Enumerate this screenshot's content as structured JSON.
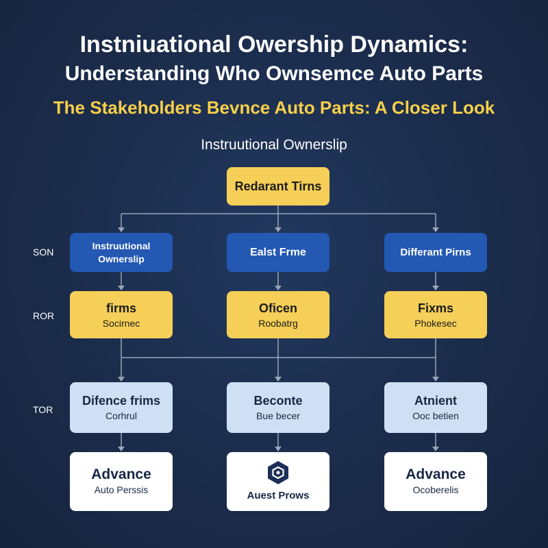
{
  "header": {
    "title_line1": "Instniuational Owership Dynamics:",
    "title_line2": "Understanding Who Ownsemce Auto Parts",
    "subtitle": "The Stakeholders Bevnce Auto Parts: A Closer Look",
    "section_label": "Instruutional Ownerslip"
  },
  "row_labels": [
    "SON",
    "ROR",
    "TOR"
  ],
  "nodes": {
    "root": {
      "label": "Redarant Tirns"
    },
    "level1": [
      {
        "label": "Instruutional Ownerslip"
      },
      {
        "label": "Ealst Frme"
      },
      {
        "label": "Differant Pirns"
      }
    ],
    "level2": [
      {
        "label": "firms",
        "sub": "Socirnec"
      },
      {
        "label": "Oficen",
        "sub": "Roobatrg"
      },
      {
        "label": "Fixms",
        "sub": "Phokesec"
      }
    ],
    "level3": [
      {
        "label": "Difence frims",
        "sub": "Corhrul"
      },
      {
        "label": "Beconte",
        "sub": "Bue becer"
      },
      {
        "label": "Atnient",
        "sub": "Ooc betien"
      }
    ],
    "level4": [
      {
        "label": "Advance",
        "sub": "Auto Perssis"
      },
      {
        "label": "Auest Prows",
        "icon": "hexagon-logo-icon"
      },
      {
        "label": "Advance",
        "sub": "Ocoberelis"
      }
    ]
  },
  "colors": {
    "background": "#1b2c4b",
    "accent_yellow": "#f5cf57",
    "accent_blue": "#2358b3",
    "light_blue": "#cfe0f5",
    "connector": "#9aa6b8"
  }
}
